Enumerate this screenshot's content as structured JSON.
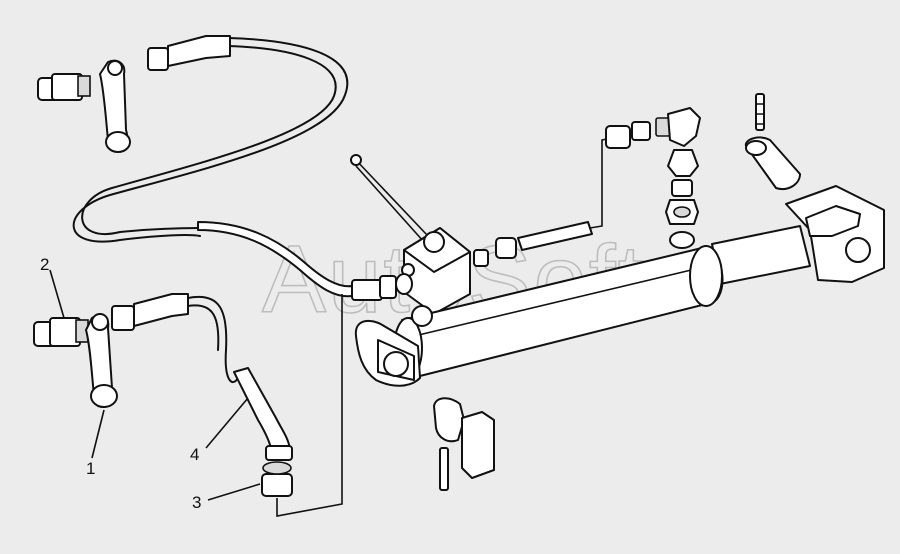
{
  "watermark": "AutoSoft",
  "callouts": [
    {
      "id": "1",
      "text": "1"
    },
    {
      "id": "2",
      "text": "2"
    },
    {
      "id": "3",
      "text": "3"
    },
    {
      "id": "4",
      "text": "4"
    }
  ]
}
